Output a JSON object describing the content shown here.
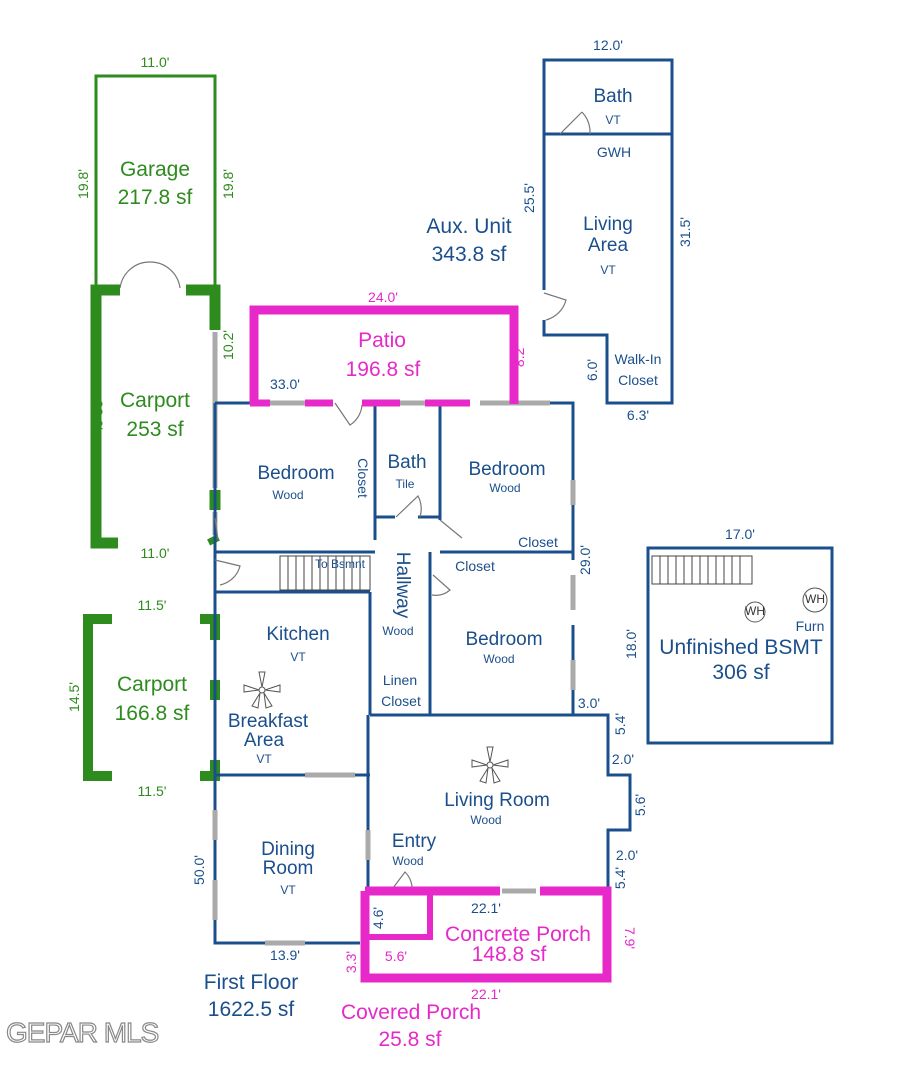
{
  "plan": {
    "garage": {
      "name": "Garage",
      "area": "217.8 sf",
      "dim_top": "11.0'",
      "dim_left": "19.8'",
      "dim_right": "19.8'"
    },
    "carport1": {
      "name": "Carport",
      "area": "253 sf",
      "dim_side": "23.0'",
      "dim_bottom": "11.0'",
      "dim_right": "10.2'"
    },
    "carport2": {
      "name": "Carport",
      "area": "166.8 sf",
      "dim_top": "11.5'",
      "dim_bottom": "11.5'",
      "dim_left": "14.5'"
    },
    "patio": {
      "name": "Patio",
      "area": "196.8 sf",
      "dim_top": "24.0'",
      "dim_right": "8.2'"
    },
    "aux_unit": {
      "name": "Aux. Unit",
      "area": "343.8 sf",
      "dim_top": "12.0'",
      "dim_left": "25.5'",
      "dim_right": "31.5'",
      "dim_closet_left": "6.0'",
      "dim_closet_bottom": "6.3'"
    },
    "aux_bath": {
      "name": "Bath",
      "floor": "VT"
    },
    "gwh": "GWH",
    "aux_living": {
      "name1": "Living",
      "name2": "Area",
      "floor": "VT"
    },
    "walkin": {
      "name1": "Walk-In",
      "name2": "Closet"
    },
    "dim_33": "33.0'",
    "bedroom1": {
      "name": "Bedroom",
      "floor": "Wood"
    },
    "closet_v": "Closet",
    "bath": {
      "name": "Bath",
      "floor": "Tile"
    },
    "bedroom2": {
      "name": "Bedroom",
      "floor": "Wood"
    },
    "closet_a": "Closet",
    "closet_b": "Closet",
    "dim_29": "29.0'",
    "to_bsmnt": "To Bsmnt",
    "hallway": {
      "name": "Hallway",
      "floor": "Wood"
    },
    "kitchen": {
      "name": "Kitchen",
      "floor": "VT"
    },
    "bedroom3": {
      "name": "Bedroom",
      "floor": "Wood"
    },
    "linen": {
      "name1": "Linen",
      "name2": "Closet"
    },
    "breakfast": {
      "name1": "Breakfast",
      "name2": "Area",
      "floor": "VT"
    },
    "dim_3": "3.0'",
    "dim_54a": "5.4'",
    "dim_20a": "2.0'",
    "dim_56": "5.6'",
    "dim_20b": "2.0'",
    "dim_54b": "5.4'",
    "living": {
      "name": "Living Room",
      "floor": "Wood"
    },
    "entry": {
      "name": "Entry",
      "floor": "Wood"
    },
    "dining": {
      "name1": "Dining",
      "name2": "Room",
      "floor": "VT"
    },
    "dim_50": "50.0'",
    "dim_139": "13.9'",
    "porch": {
      "name": "Concrete Porch",
      "area": "148.8 sf",
      "dim_top": "22.1'",
      "dim_bottom": "22.1'",
      "dim_right": "7.9'",
      "dim_46": "4.6'",
      "dim_56": "5.6'",
      "dim_33": "3.3'"
    },
    "first_floor": {
      "name": "First Floor",
      "area": "1622.5 sf"
    },
    "covered_porch": {
      "name": "Covered Porch",
      "area": "25.8 sf"
    },
    "bsmt": {
      "name": "Unfinished BSMT",
      "area": "306 sf",
      "dim_top": "17.0'",
      "dim_left": "18.0'",
      "wh1": "WH",
      "wh2": "WH",
      "furn": "Furn"
    },
    "watermark": "GEPAR MLS"
  },
  "colors": {
    "blue": "#1b4f8c",
    "green": "#2e8b1e",
    "pink": "#e629c8"
  }
}
